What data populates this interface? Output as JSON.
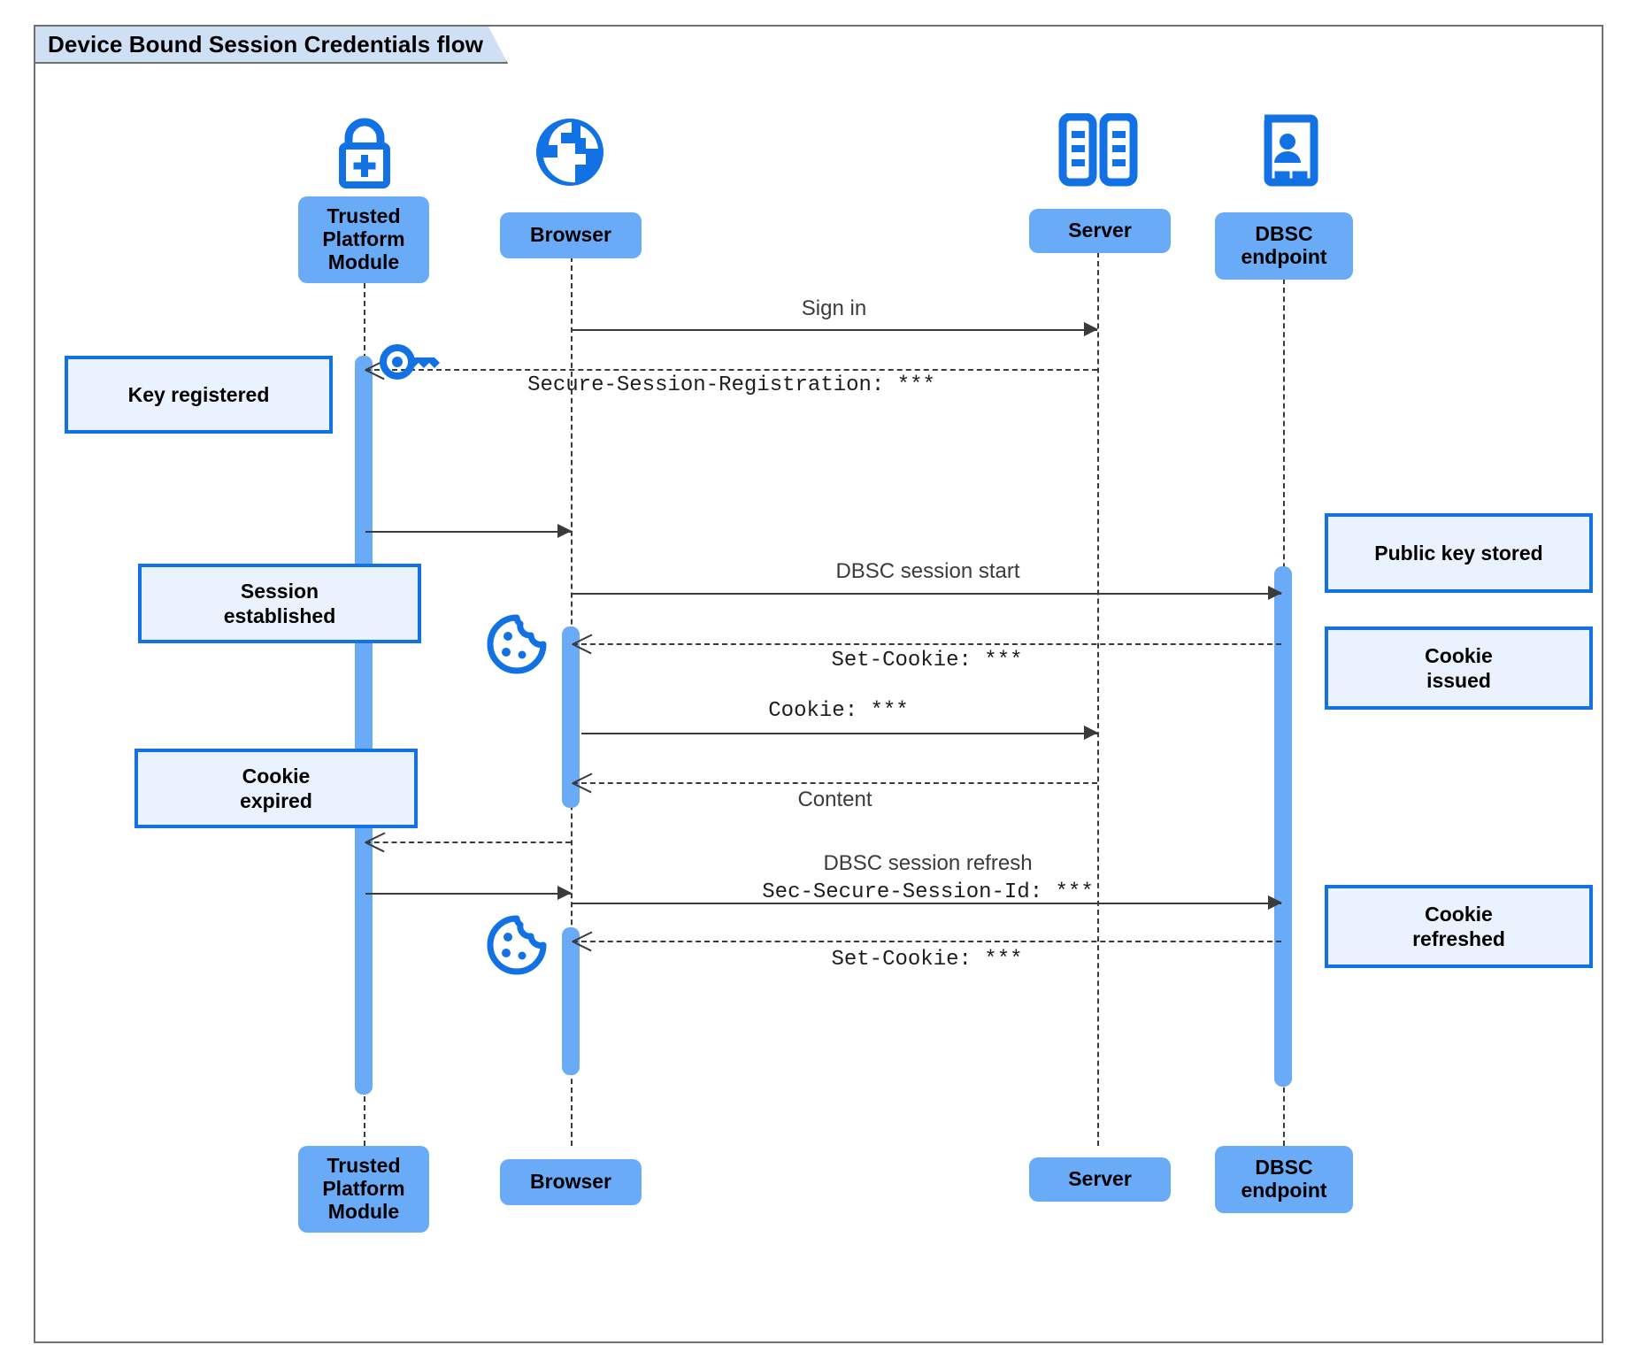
{
  "diagram": {
    "title": "Device Bound Session Credentials flow",
    "type": "uml-sequence-diagram"
  },
  "colors": {
    "participant_fill": "#6aabf7",
    "note_fill": "#eaf2fd",
    "note_border": "#1272e4",
    "icon_blue": "#1272e4",
    "frame_border": "#707070",
    "title_fill": "#cfe0f5",
    "line": "#3b3b3b"
  },
  "participants": [
    {
      "id": "tpm",
      "label": "Trusted\nPlatform\nModule",
      "label_line1": "Trusted",
      "label_line2": "Platform",
      "label_line3": "Module",
      "icon": "lock-plus-icon"
    },
    {
      "id": "browser",
      "label": "Browser",
      "icon": "globe-icon"
    },
    {
      "id": "server",
      "label": "Server",
      "icon": "server-rack-icon"
    },
    {
      "id": "dbsc",
      "label": "DBSC\nendpoint",
      "label_line1": "DBSC",
      "label_line2": "endpoint",
      "icon": "id-badge-icon"
    }
  ],
  "messages": [
    {
      "id": "m1",
      "from": "browser",
      "to": "server",
      "label": "Sign in",
      "style": "solid",
      "font": "sans"
    },
    {
      "id": "m2",
      "from": "server",
      "to": "tpm",
      "label": "Secure-Session-Registration: ***",
      "style": "dashed",
      "font": "mono"
    },
    {
      "id": "m3",
      "from": "tpm",
      "to": "browser",
      "label": "",
      "style": "solid",
      "font": "sans"
    },
    {
      "id": "m4",
      "from": "browser",
      "to": "dbsc",
      "label": "DBSC session start",
      "style": "solid",
      "font": "sans"
    },
    {
      "id": "m5",
      "from": "dbsc",
      "to": "browser",
      "label": "Set-Cookie: ***",
      "style": "dashed",
      "font": "mono"
    },
    {
      "id": "m6",
      "from": "browser",
      "to": "server",
      "label": "Cookie: ***",
      "style": "solid",
      "font": "mono"
    },
    {
      "id": "m7",
      "from": "server",
      "to": "browser",
      "label": "Content",
      "style": "dashed",
      "font": "sans"
    },
    {
      "id": "m8",
      "from": "browser",
      "to": "tpm",
      "label": "",
      "style": "dashed",
      "font": "sans"
    },
    {
      "id": "m9",
      "from": "tpm",
      "to": "browser",
      "label": "",
      "style": "solid",
      "font": "sans"
    },
    {
      "id": "m10",
      "from": "browser",
      "to": "dbsc",
      "label_line1": "DBSC session refresh",
      "label_line2": "Sec-Secure-Session-Id: ***",
      "style": "solid",
      "font": "mixed"
    },
    {
      "id": "m11",
      "from": "dbsc",
      "to": "browser",
      "label": "Set-Cookie: ***",
      "style": "dashed",
      "font": "mono"
    }
  ],
  "notes": [
    {
      "id": "n1",
      "text": "Key registered",
      "attached_to": "tpm",
      "side": "left"
    },
    {
      "id": "n2",
      "text": "Session\nestablished",
      "line1": "Session",
      "line2": "established",
      "attached_to": "tpm",
      "side": "left"
    },
    {
      "id": "n3",
      "text": "Cookie\nexpired",
      "line1": "Cookie",
      "line2": "expired",
      "attached_to": "tpm",
      "side": "left"
    },
    {
      "id": "n4",
      "text": "Public key stored",
      "attached_to": "dbsc",
      "side": "right"
    },
    {
      "id": "n5",
      "text": "Cookie\nissued",
      "line1": "Cookie",
      "line2": "issued",
      "attached_to": "dbsc",
      "side": "right"
    },
    {
      "id": "n6",
      "text": "Cookie\nrefreshed",
      "line1": "Cookie",
      "line2": "refreshed",
      "attached_to": "dbsc",
      "side": "right"
    }
  ],
  "inline_icons": [
    {
      "id": "key1",
      "name": "key-icon",
      "near": "tpm"
    },
    {
      "id": "cookie1",
      "name": "cookie-icon",
      "near": "browser"
    },
    {
      "id": "cookie2",
      "name": "cookie-icon",
      "near": "browser"
    }
  ]
}
